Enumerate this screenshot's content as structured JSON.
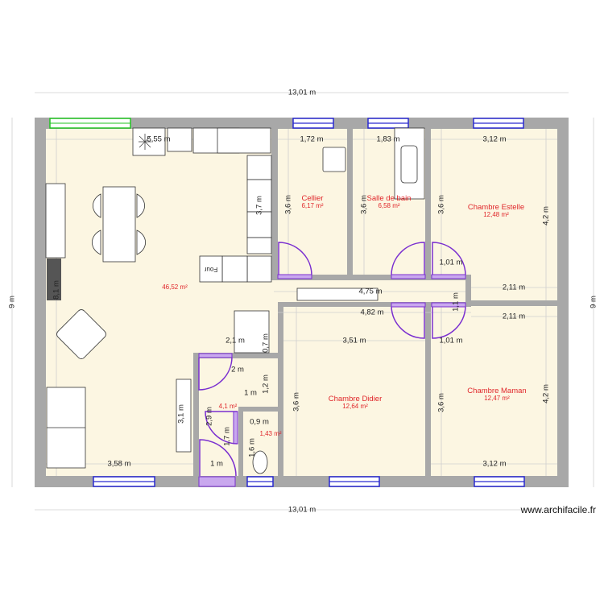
{
  "plan": {
    "watermark": "www.archifacile.fr",
    "colors": {
      "wall": "#a8a8a8",
      "floor": "#fcf6e2",
      "room_label": "#e0262a",
      "door": "#7a2fd0",
      "window": "#2b2bd0",
      "window_green": "#22c322"
    },
    "rooms": [
      {
        "name": "",
        "area": "46,52 m²"
      },
      {
        "name": "Cellier",
        "area": "6,17 m²"
      },
      {
        "name": "Salle de bain",
        "area": "6,58 m²"
      },
      {
        "name": "Chambre Estelle",
        "area": "12,48 m²"
      },
      {
        "name": "Chambre Didier",
        "area": "12,64 m²"
      },
      {
        "name": "Chambre Maman",
        "area": "12,47 m²"
      },
      {
        "name": "",
        "area": "4,1 m²"
      },
      {
        "name": "",
        "area": "1,43 m²"
      }
    ],
    "furniture_labels": {
      "oven": "Four"
    },
    "dimensions": [
      "13,01 m",
      "13,01 m",
      "9 m",
      "9 m",
      "5,55 m",
      "1,72 m",
      "1,83 m",
      "3,12 m",
      "3,7 m",
      "3,6 m",
      "3,6 m",
      "3,6 m",
      "4,2 m",
      "1,01 m",
      "4,75 m",
      "2,11 m",
      "1,1 m",
      "4,82 m",
      "2,11 m",
      "8,1 m",
      "2,1 m",
      "0,7 m",
      "3,51 m",
      "1,01 m",
      "2 m",
      "1,2 m",
      "1 m",
      "3,6 m",
      "3,6 m",
      "4,2 m",
      "3,1 m",
      "2,9 m",
      "0,9 m",
      "1,7 m",
      "1,6 m",
      "1 m",
      "3,58 m",
      "3,12 m"
    ]
  }
}
